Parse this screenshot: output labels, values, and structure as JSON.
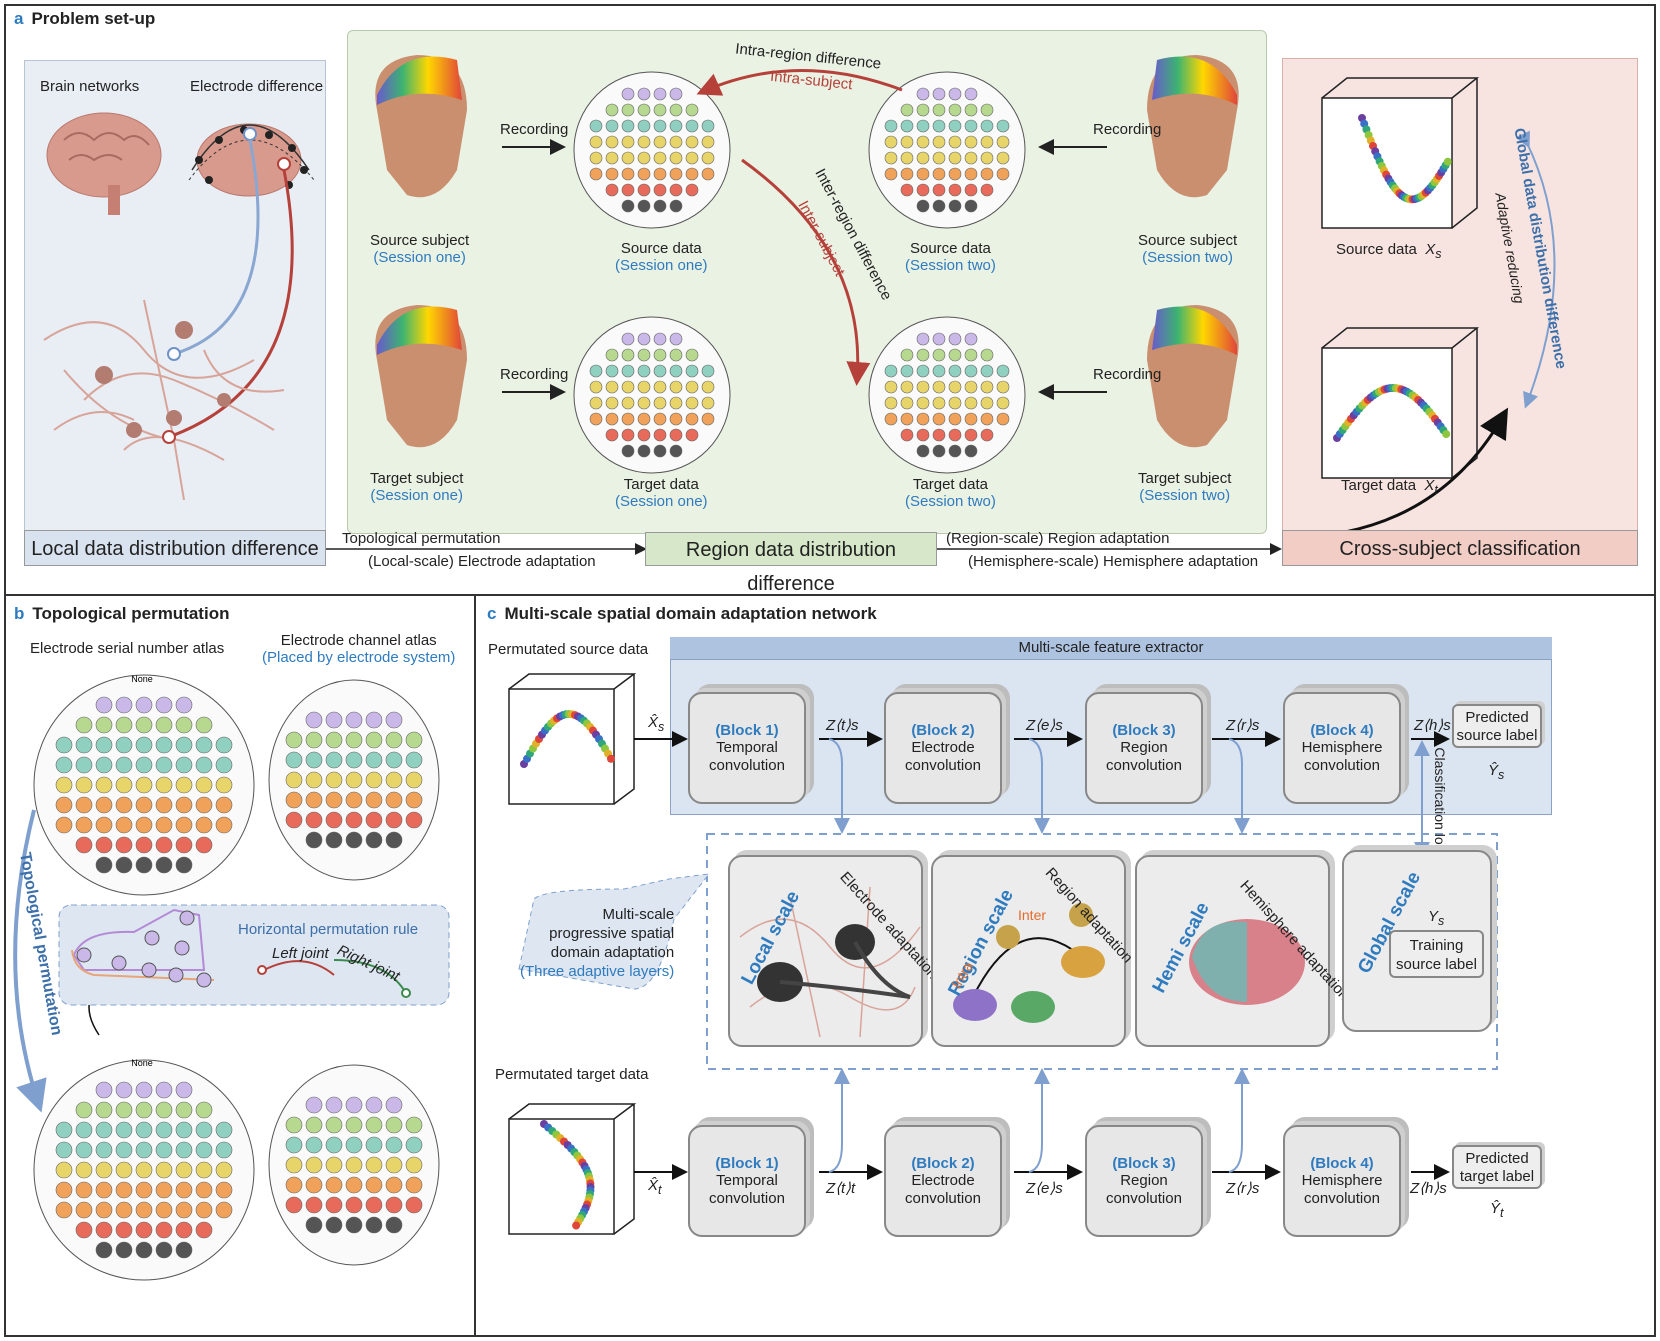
{
  "panel_a": {
    "letter": "a",
    "title": "Problem set-up",
    "brain_networks": "Brain networks",
    "electrode_difference": "Electrode difference",
    "recording": "Recording",
    "source_subject": "Source subject",
    "target_subject": "Target subject",
    "source_data": "Source data",
    "target_data": "Target data",
    "session_one": "(Session one)",
    "session_two": "(Session two)",
    "intra_region": "Intra-region difference",
    "intra_subject": "Intra-subject",
    "inter_region": "Inter-region difference",
    "inter_subject": "Inter-subject",
    "source_data_xs": "Source data",
    "xs": "X",
    "xs_sub": "s",
    "target_data_xt": "Target data",
    "xt": "X",
    "xt_sub": "t",
    "global_diff": "Global data distribution difference",
    "adaptive_reducing": "Adaptive reducing",
    "local_bar": "Local data distribution difference",
    "region_bar": "Region data distribution difference",
    "cross_bar": "Cross-subject classification",
    "topo_perm": "Topological permutation",
    "local_scale_elec": "(Local-scale) Electrode adaptation",
    "region_scale": "(Region-scale) Region adaptation",
    "hemi_scale": "(Hemisphere-scale) Hemisphere adaptation",
    "colors": {
      "local_bg": "#e9eef5",
      "region_bg": "#eaf2e4",
      "cross_bg": "#f7e4e0",
      "local_bar": "#d9e2ef",
      "region_bar": "#d6e8c9",
      "cross_bar": "#f2cdc6"
    }
  },
  "panel_b": {
    "letter": "b",
    "title": "Topological permutation",
    "serial_atlas": "Electrode serial number atlas",
    "channel_atlas": "Electrode channel atlas",
    "placed_by": "(Placed by electrode system)",
    "topo_vertical": "Topological permutation",
    "rule_title": "Horizontal permutation rule",
    "left_joint": "Left joint",
    "right_joint": "Right joint",
    "none_label": "None"
  },
  "panel_c": {
    "letter": "c",
    "title": "Multi-scale spatial domain adaptation network",
    "perm_source": "Permutated source data",
    "perm_target": "Permutated target data",
    "extractor": "Multi-scale feature extractor",
    "blocks": [
      {
        "name": "(Block 1)",
        "line1": "Temporal",
        "line2": "convolution"
      },
      {
        "name": "(Block 2)",
        "line1": "Electrode",
        "line2": "convolution"
      },
      {
        "name": "(Block 3)",
        "line1": "Region",
        "line2": "convolution"
      },
      {
        "name": "(Block 4)",
        "line1": "Hemisphere",
        "line2": "convolution"
      }
    ],
    "src_in": "X̂",
    "src_in_sub": "s",
    "tgt_in": "X̂",
    "tgt_in_sub": "t",
    "z_src": [
      "Z⟨t⟩s",
      "Z⟨e⟩s",
      "Z⟨r⟩s",
      "Z⟨h⟩s"
    ],
    "z_tgt": [
      "Z⟨t⟩t",
      "Z⟨e⟩s",
      "Z⟨r⟩s",
      "Z⟨h⟩s"
    ],
    "pred_source": "Predicted source label",
    "pred_target": "Predicted target label",
    "y_src": "Ŷ",
    "y_src_sub": "s",
    "y_tgt": "Ŷ",
    "y_tgt_sub": "t",
    "class_loss": "Classification loss",
    "multi_scale_note": [
      "Multi-scale",
      "progressive spatial",
      "domain adaptation",
      "(Three adaptive layers)"
    ],
    "local_scale": "Local scale",
    "electrode_adaptation": "Electrode adaptation",
    "region_scale": "Region scale",
    "region_adaptation": "Region adaptation",
    "inter": "Inter",
    "intra": "Intra",
    "hemi_scale": "Hemi scale",
    "hemisphere_adaptation": "Hemisphere adaptation",
    "global_scale": "Global scale",
    "ys": "Y",
    "ys_sub": "s",
    "training_label": "Training source label"
  }
}
